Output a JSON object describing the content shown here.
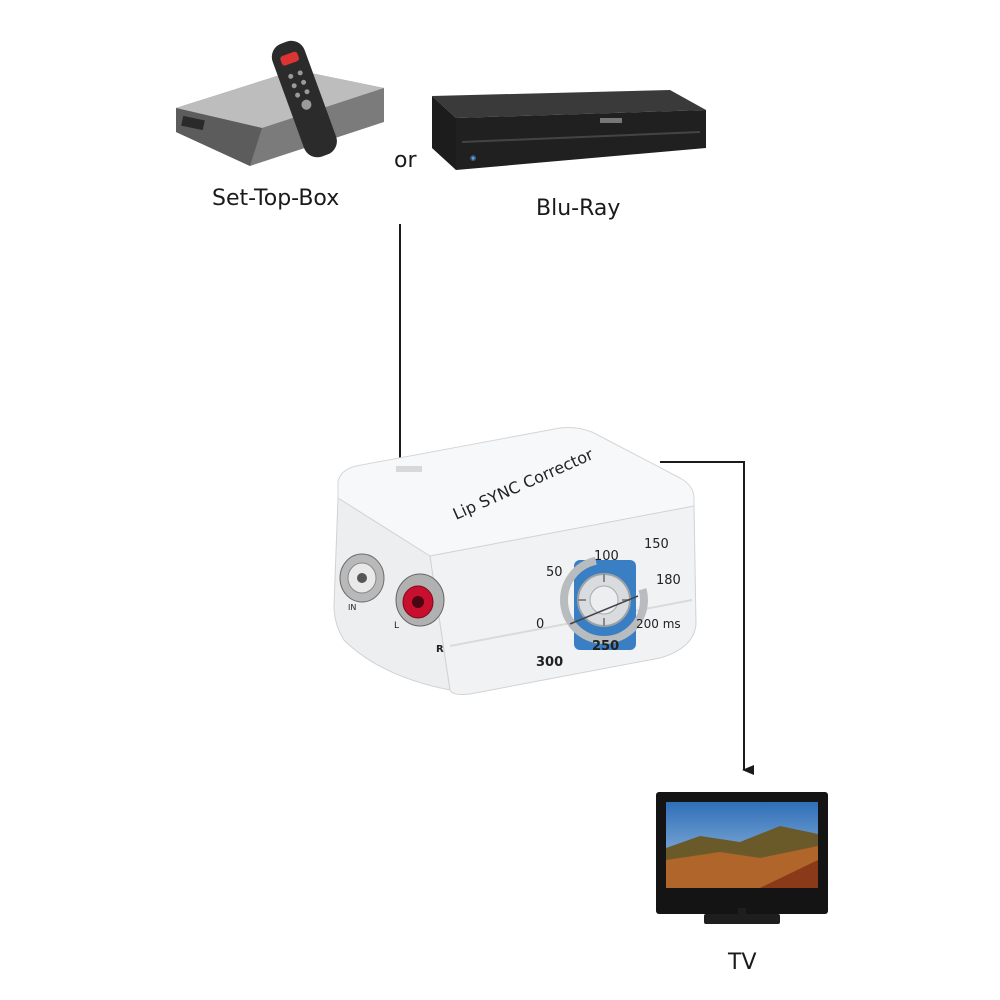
{
  "sources": {
    "set_top_box_label": "Set-Top-Box",
    "or_label": "or",
    "bluray_label": "Blu-Ray"
  },
  "device": {
    "name": "Lip SYNC Corrector",
    "port_in_label": "IN",
    "port_l_label": "L",
    "port_r_label": "R",
    "dial_values": [
      "0",
      "50",
      "100",
      "150",
      "180",
      "200 ms",
      "250",
      "300"
    ]
  },
  "output": {
    "tv_label": "TV"
  },
  "colors": {
    "device_body": "#f2f3f4",
    "dial_accent": "#3a7fc4",
    "rca_red": "#c8102e",
    "arrow": "#1a1a1a"
  }
}
